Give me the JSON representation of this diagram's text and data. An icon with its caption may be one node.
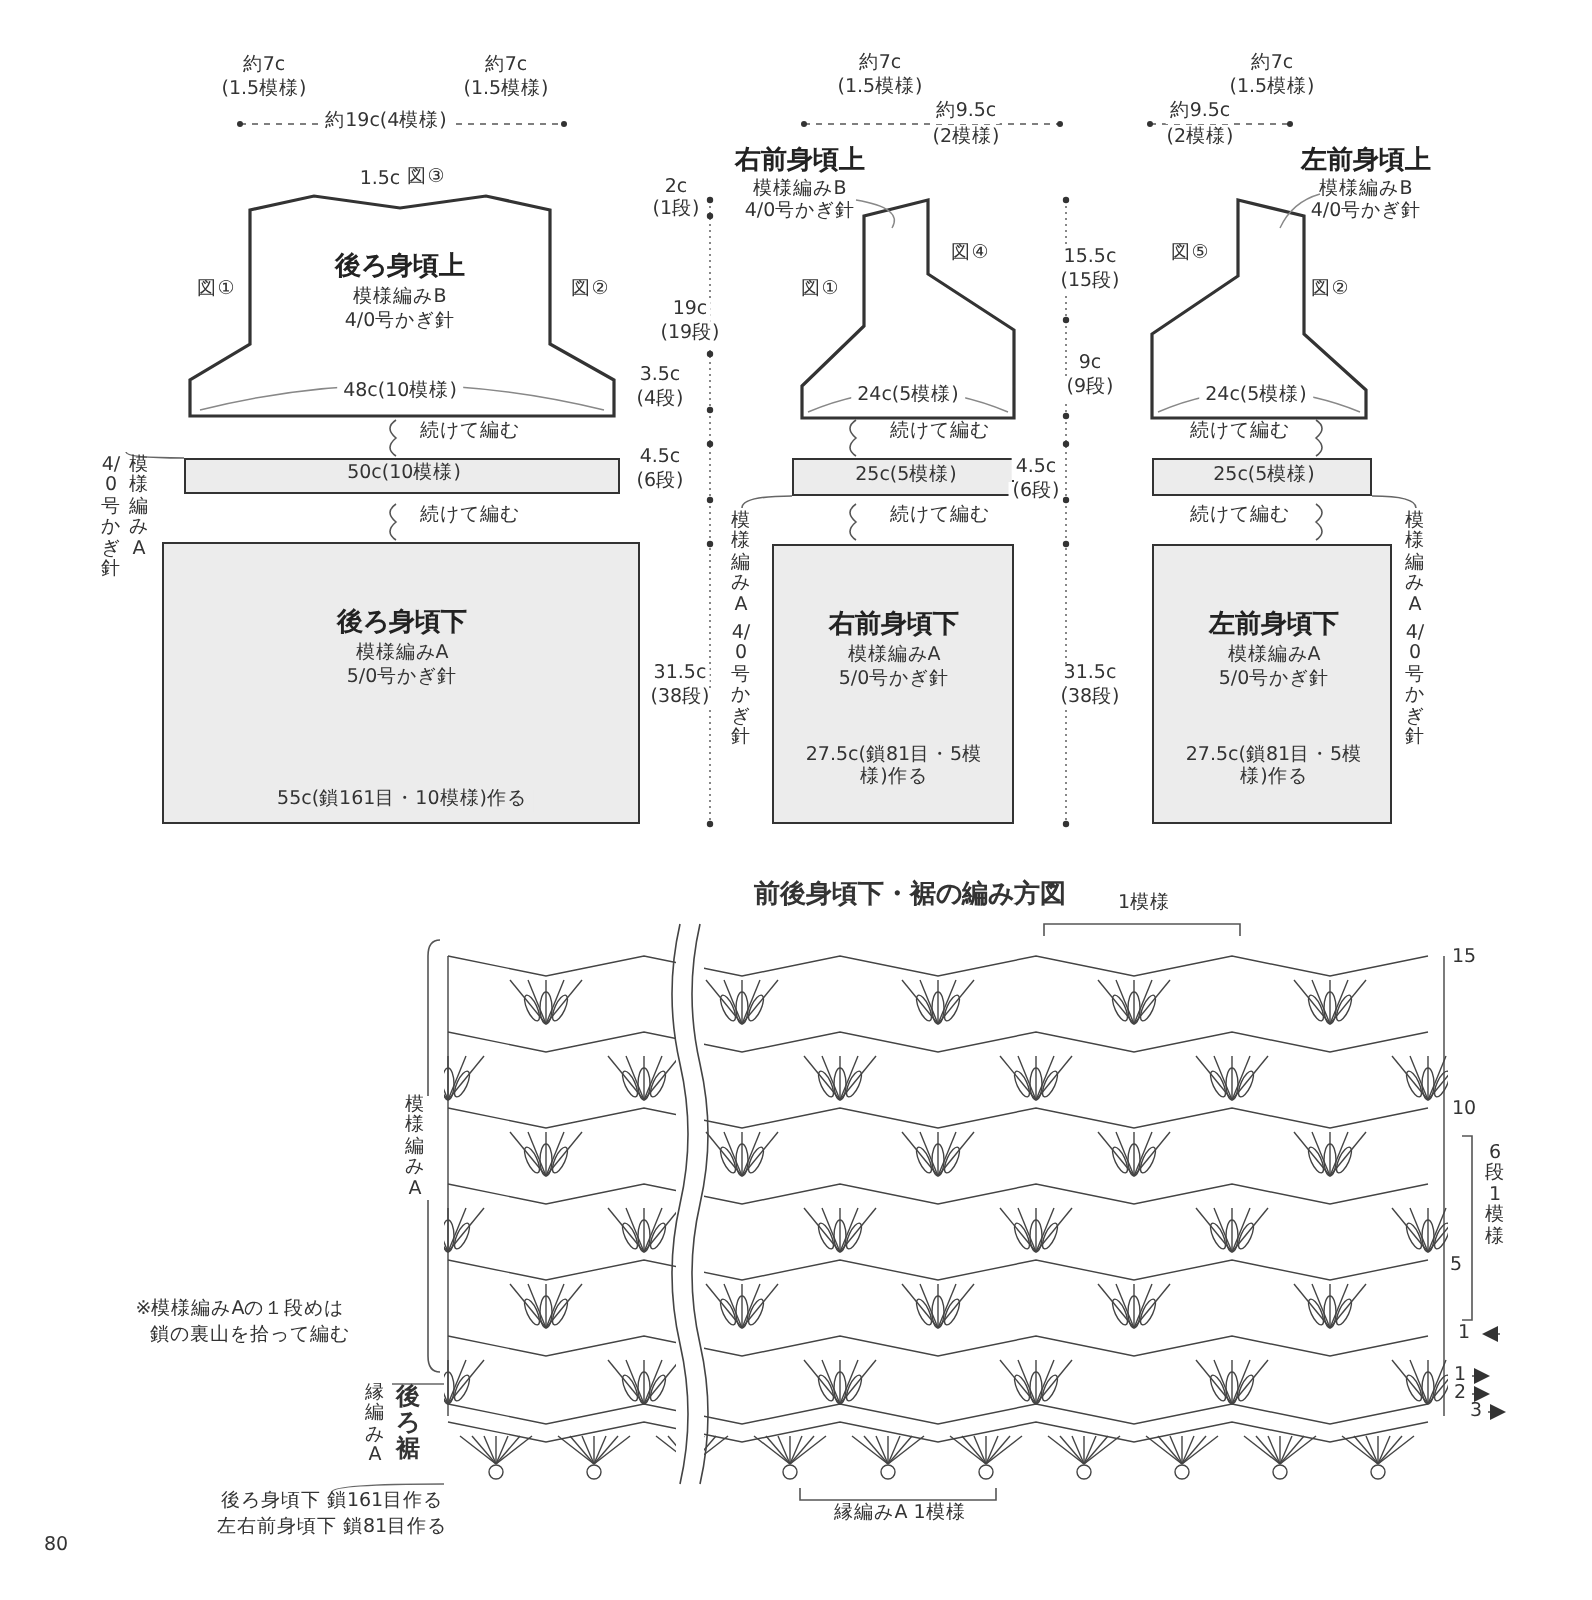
{
  "diagram": {
    "nodes": [
      {
        "text": [
          "後ろ身頃上",
          "模様編みB",
          "4/0号かぎ針",
          "48c(10模様)"
        ]
      },
      {
        "text": [
          "50c(10模様)"
        ]
      },
      {
        "text": [
          "後ろ身頃下",
          "模様編みA",
          "5/0号かぎ針",
          "55c(鎖161目・10模様)作る"
        ]
      },
      {
        "text": [
          "4/0号かぎ針",
          "模様編みA"
        ]
      },
      {
        "text": [
          "右前身頃上",
          "模様編みB",
          "4/0号かぎ針",
          "24c(5模様)"
        ]
      },
      {
        "text": [
          "25c(5模様)"
        ]
      },
      {
        "text": [
          "右前身頃下",
          "模様編みA",
          "5/0号かぎ針",
          "27.5c(鎖81目・5模様)作る"
        ]
      },
      {
        "text": [
          "模様編みA",
          "4/0号かぎ針"
        ]
      },
      {
        "text": [
          "左前身頃上",
          "模様編みB",
          "4/0号かぎ針",
          "24c(5模様)"
        ]
      },
      {
        "text": [
          "25c(5模様)"
        ]
      },
      {
        "text": [
          "左前身頃下",
          "模様編みA",
          "5/0号かぎ針",
          "27.5c(鎖81目・5模様)作る"
        ]
      },
      {
        "text": [
          "模様編みA",
          "4/0号かぎ針"
        ]
      },
      {
        "text": [],
        "shape": "picture"
      },
      {
        "text": [
          "縁編みA",
          "後ろ裾"
        ]
      },
      {
        "text": [
          "後ろ身頃下 鎖161目作る",
          "左右前身頃下 鎖81目作る"
        ]
      }
    ],
    "edges": [
      {
        "from": 3,
        "to": 1,
        "arrow": "none"
      },
      {
        "from": 7,
        "to": 5,
        "arrow": "none"
      },
      {
        "from": 11,
        "to": 9,
        "arrow": "none"
      },
      {
        "from": 13,
        "to": 12,
        "arrow": "none"
      },
      {
        "from": 14,
        "to": 12,
        "arrow": "none"
      }
    ],
    "labels": [
      "約7c",
      "(1.5模様)",
      "約7c",
      "(1.5模様)",
      "約19c(4模様)",
      "1.5c",
      "図③",
      "約7c",
      "(1.5模様)",
      "約9.5c",
      "(2模様)",
      "約9.5c",
      "(2模様)",
      "約7c",
      "(1.5模様)",
      "図①",
      "図②",
      "2c",
      "(1段)",
      "図④",
      "図①",
      "図⑤",
      "図②",
      "15.5c",
      "(15段)",
      "19c",
      "(19段)",
      "9c",
      "(9段)",
      "3.5c",
      "(4段)",
      "続けて編む",
      "続けて編む",
      "続けて編む",
      "4.5c",
      "(6段)",
      "4.5c",
      "(6段)",
      "続けて編む",
      "続けて編む",
      "続けて編む",
      "31.5c",
      "(38段)",
      "31.5c",
      "(38段)",
      "前後身頃下・裾の編み方図",
      "1模様",
      "15",
      "模様編みA",
      "10",
      "6段1模様",
      "5",
      "※模様編みAの１段めは",
      "鎖の裏山を拾って編む",
      "1",
      "1",
      "2",
      "3",
      "縁編みA 1模様",
      "80"
    ]
  }
}
